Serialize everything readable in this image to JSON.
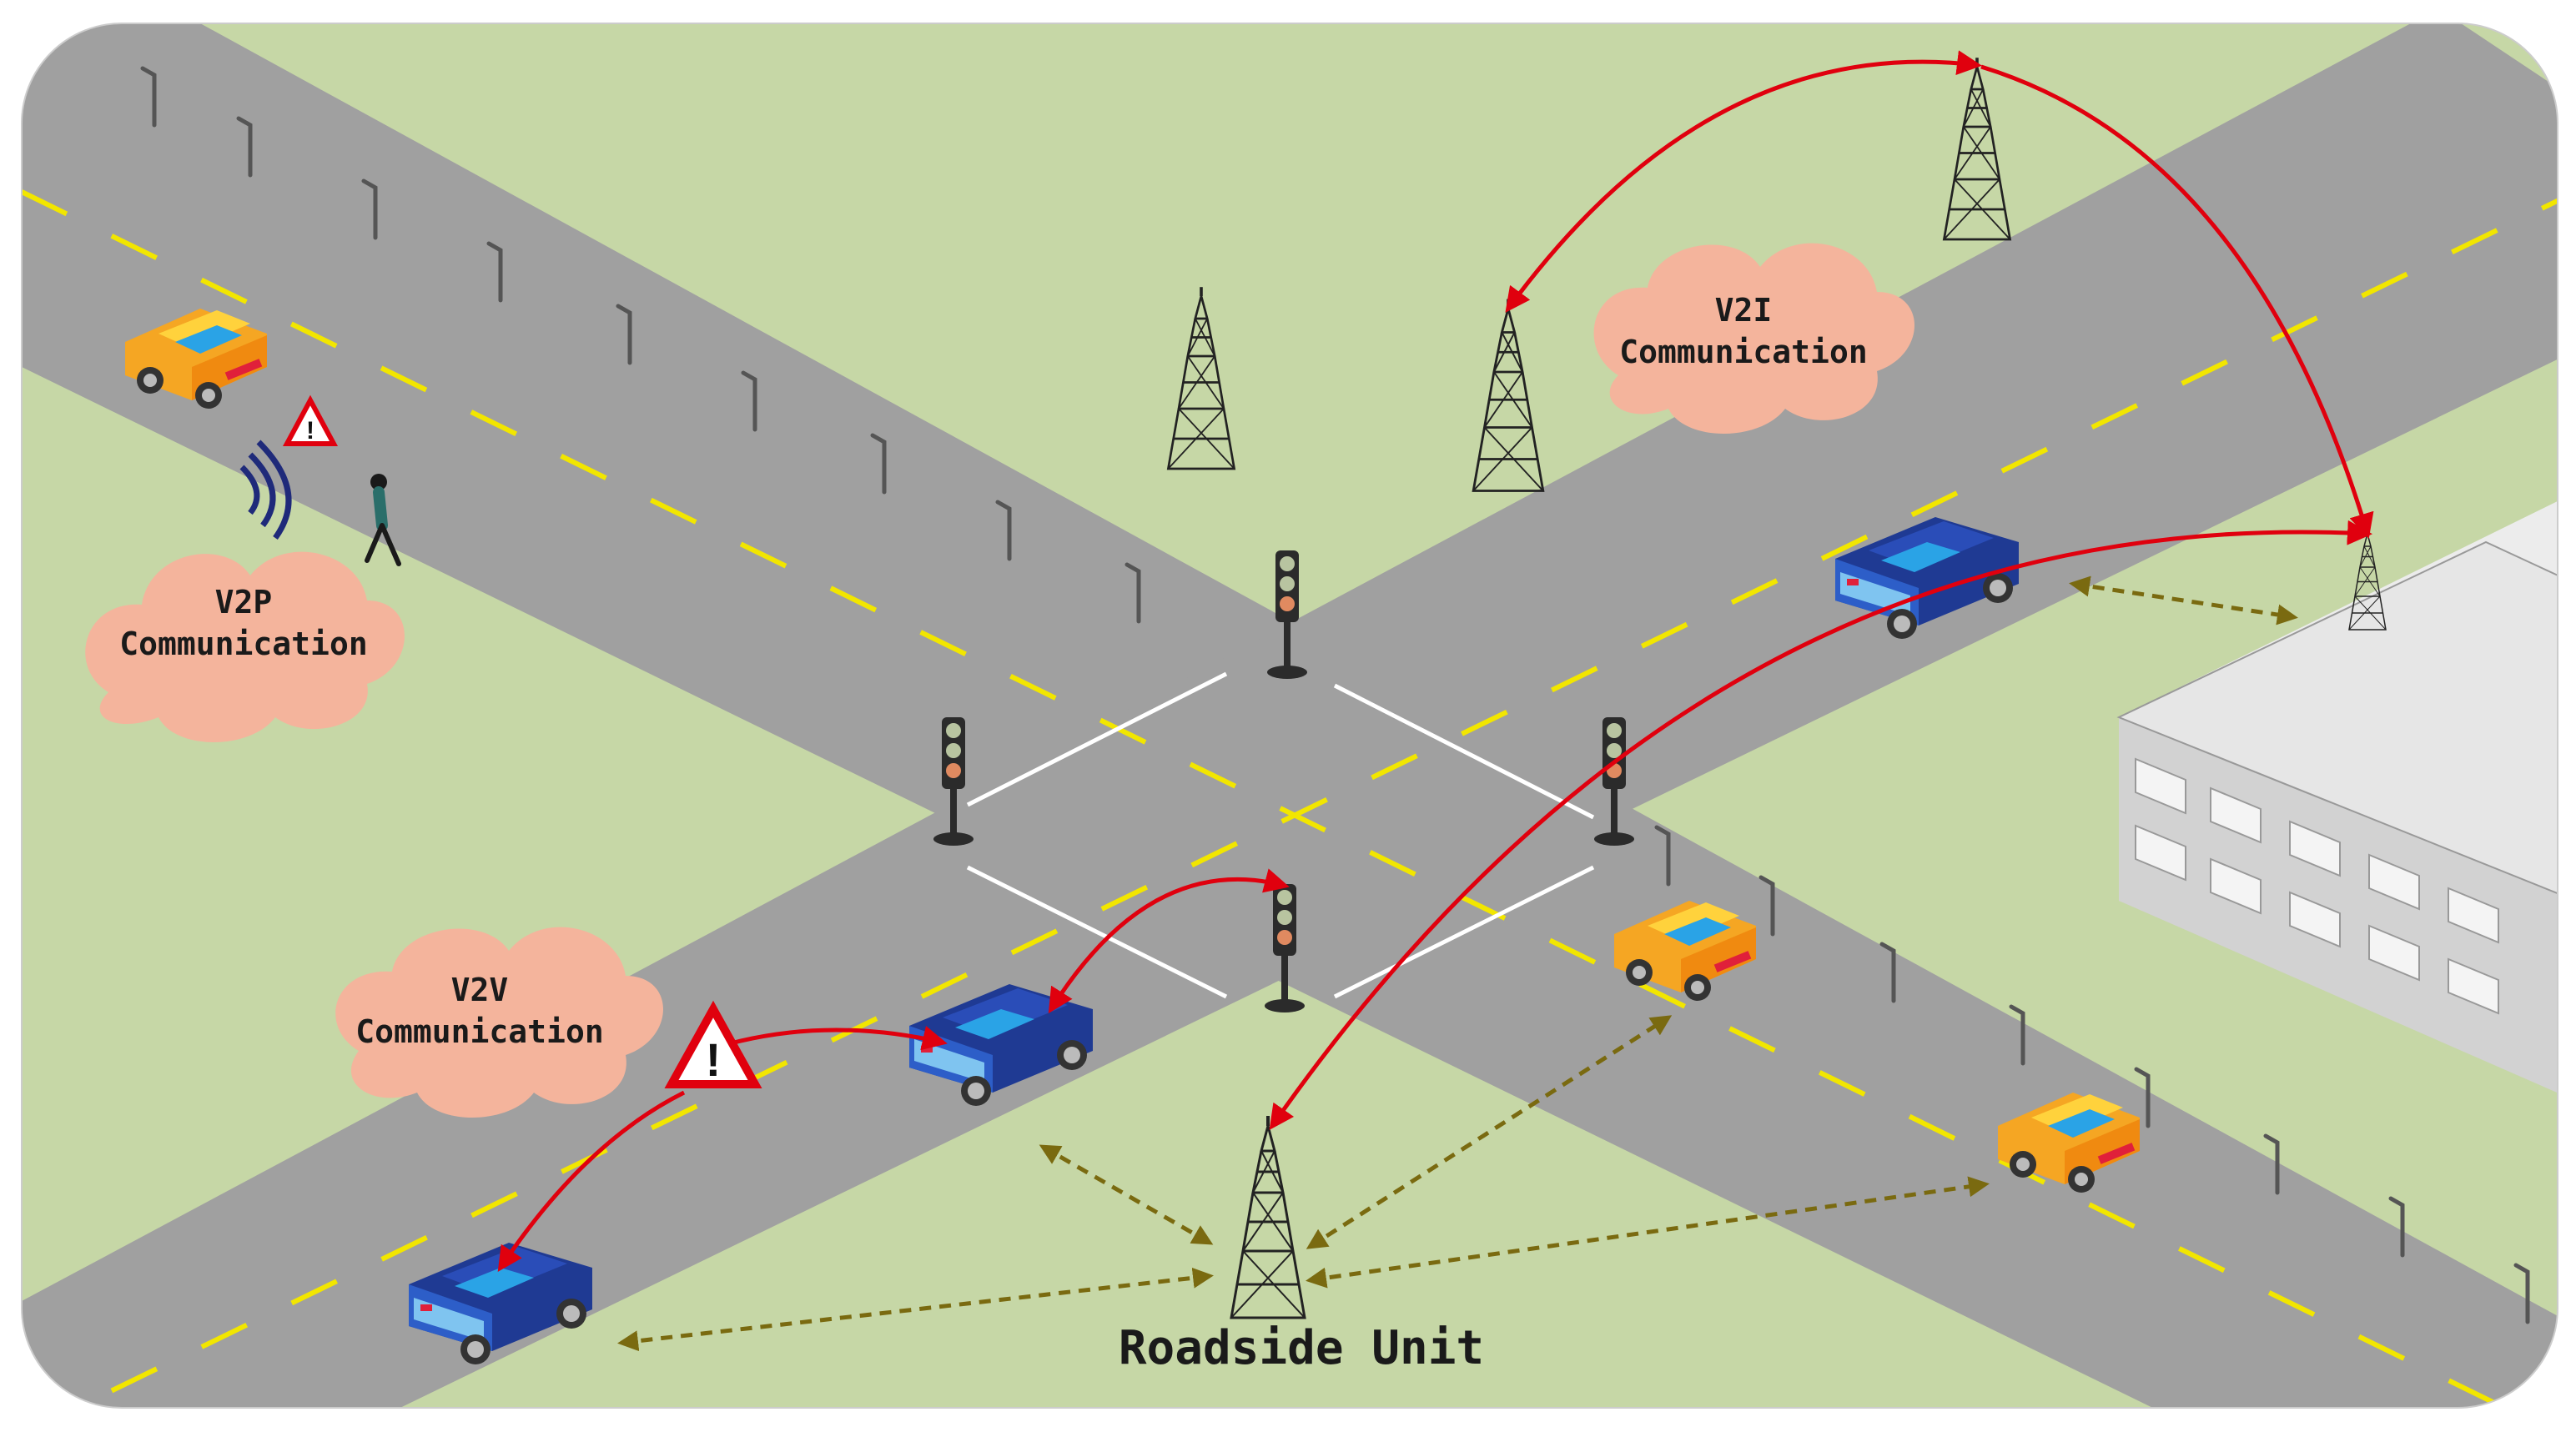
{
  "labels": {
    "v2p": [
      "V2P",
      "Communication"
    ],
    "v2v": [
      "V2V",
      "Communication"
    ],
    "v2i": [
      "V2I",
      "Communication"
    ],
    "roadside_unit": "Roadside Unit"
  },
  "colors": {
    "grass": "#c6d7a6",
    "road": "#a0a0a0",
    "lane_dash": "#f2e600",
    "crosswalk": "#ffffff",
    "red_link": "#e0000e",
    "rsu_link": "#7a6a10",
    "cloud": "#f4b49c",
    "car_blue": "#1f3a93",
    "car_orange": "#f5a623",
    "building_wall": "#dcdcdc",
    "building_roof": "#ececec"
  }
}
